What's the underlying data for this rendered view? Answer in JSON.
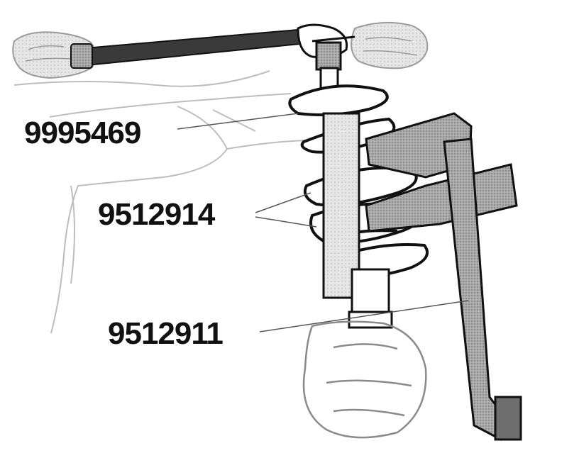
{
  "labels": {
    "tool_a": "9995469",
    "tool_b": "9512914",
    "tool_c": "9512911"
  },
  "colors": {
    "ink": "#111111",
    "line_art": "#1a1a1a",
    "tool_fill": "#9a9a9a",
    "tool_fill_dark": "#6e6e6e",
    "sketch_gray": "#bdbdbd",
    "background": "#ffffff"
  }
}
